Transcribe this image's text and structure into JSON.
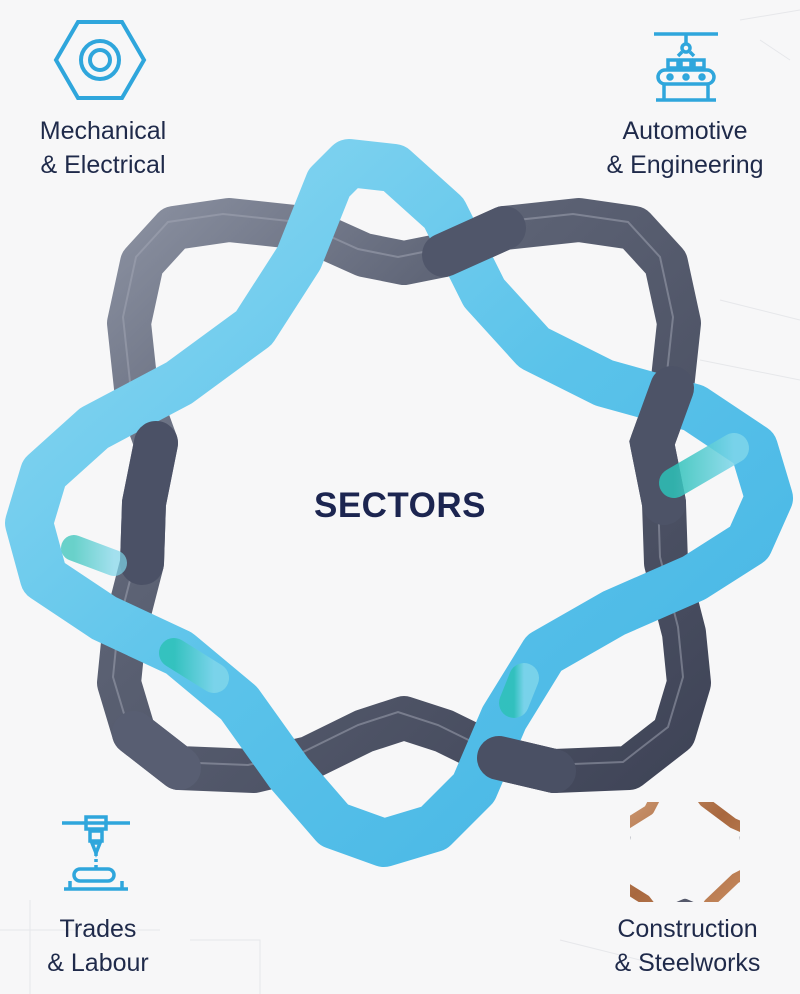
{
  "center_title": "SECTORS",
  "sectors": [
    {
      "line1": "Mechanical",
      "line2": "& Electrical",
      "icon": "hex-nut-icon"
    },
    {
      "line1": "Automotive",
      "line2": "& Engineering",
      "icon": "assembly-line-robot-icon"
    },
    {
      "line1": "Trades",
      "line2": "& Labour",
      "icon": "drill-press-icon"
    },
    {
      "line1": "Construction",
      "line2": "& Steelworks",
      "icon": "woven-knot-logo-icon"
    }
  ],
  "colors": {
    "background": "#f7f7f8",
    "dark_band": "#4f5568",
    "light_band": "#5ec3e6",
    "teal_accent": "#3cc7c3",
    "icon_blue": "#2fa6dc",
    "text": "#1f2a4a",
    "bronze": "#b0724a"
  }
}
